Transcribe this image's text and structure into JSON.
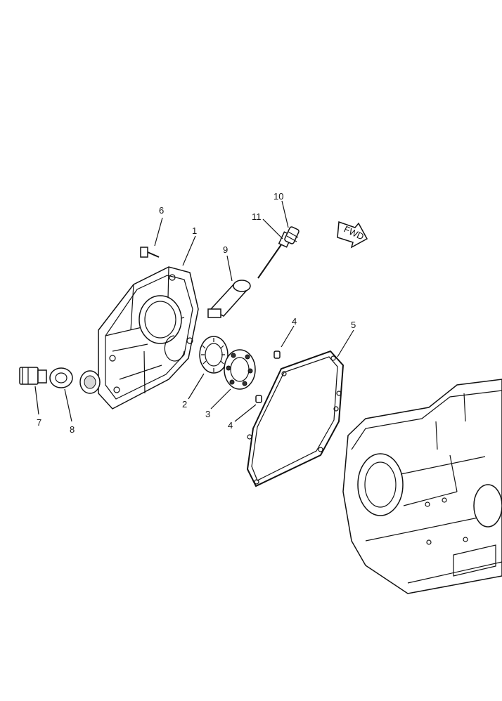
{
  "diagram": {
    "callouts": {
      "c1": "1",
      "c2": "2",
      "c3": "3",
      "c4a": "4",
      "c4b": "4",
      "c5": "5",
      "c6": "6",
      "c7": "7",
      "c8": "8",
      "c9": "9",
      "c10": "10",
      "c11": "11"
    },
    "fwd_arrow_label": "FWD"
  }
}
